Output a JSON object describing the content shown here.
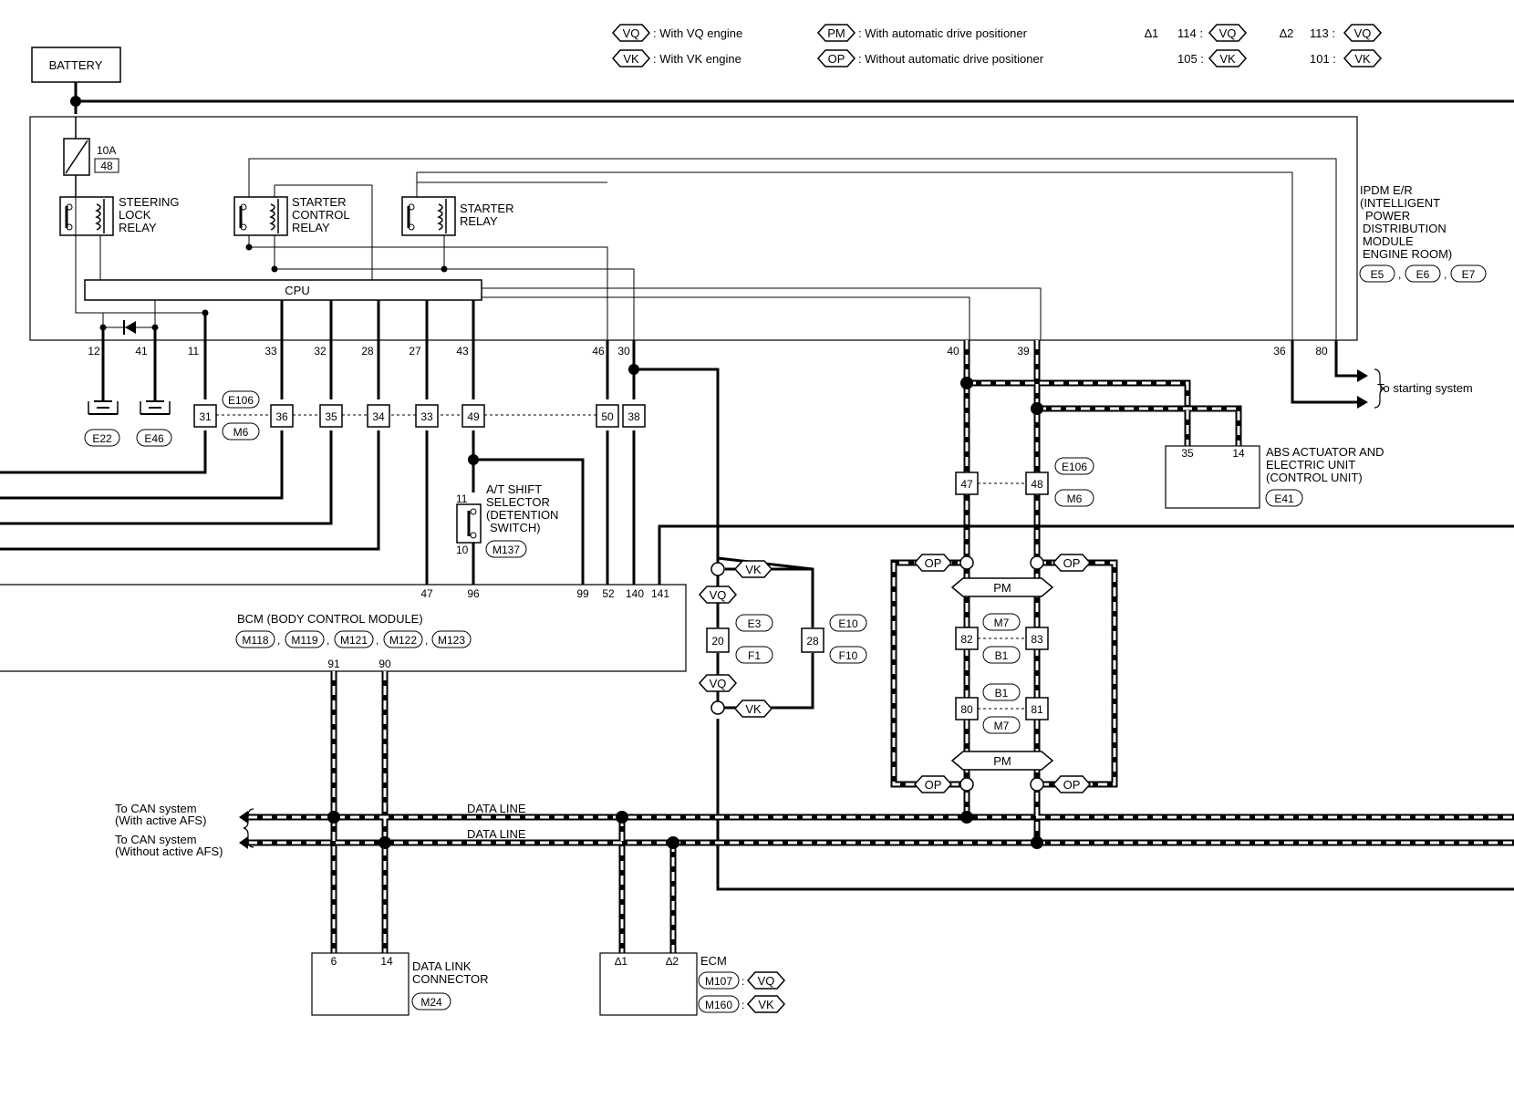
{
  "legend": {
    "vq_tag": "VQ",
    "vq_text": ": With VQ engine",
    "vk_tag": "VK",
    "vk_text": ": With VK engine",
    "pm_tag": "PM",
    "pm_text": ": With automatic drive positioner",
    "op_tag": "OP",
    "op_text": ": Without automatic drive positioner",
    "star1": "∆1",
    "star2": "∆2",
    "s1_vq_pin": "114 :",
    "s1_vk_pin": "105 :",
    "s2_vq_pin": "113 :",
    "s2_vk_pin": "101 :"
  },
  "battery": {
    "label": "BATTERY"
  },
  "fuse": {
    "rating": "10A",
    "number": "48"
  },
  "relays": {
    "steering_lock": [
      "STEERING",
      "LOCK",
      "RELAY"
    ],
    "starter_control": [
      "STARTER",
      "CONTROL",
      "RELAY"
    ],
    "starter": [
      "STARTER",
      "RELAY"
    ]
  },
  "cpu": {
    "label": "CPU"
  },
  "ipdm": {
    "title_lines": [
      "IPDM E/R",
      "(INTELLIGENT",
      "POWER",
      "DISTRIBUTION",
      "MODULE",
      "ENGINE ROOM)"
    ],
    "connectors": [
      "E5",
      "E6",
      "E7"
    ],
    "pins": [
      "12",
      "41",
      "11",
      "33",
      "32",
      "28",
      "27",
      "43",
      "46",
      "30",
      "40",
      "39",
      "36",
      "80"
    ]
  },
  "grounds": [
    "E22",
    "E46"
  ],
  "joint_connector": {
    "tags": [
      "E106",
      "M6"
    ],
    "pins": [
      "31",
      "36",
      "35",
      "34",
      "33",
      "49",
      "50",
      "38"
    ]
  },
  "detention_switch": {
    "lines": [
      "A/T SHIFT",
      "SELECTOR",
      "(DETENTION",
      "SWITCH)"
    ],
    "connector": "M137",
    "pin_top": "11",
    "pin_bottom": "10"
  },
  "bcm": {
    "title": "BCM (BODY CONTROL MODULE)",
    "connectors": [
      "M118",
      "M119",
      "M121",
      "M122",
      "M123"
    ],
    "top_pins": [
      "47",
      "96",
      "99",
      "52",
      "140",
      "141"
    ],
    "bottom_pins": [
      "91",
      "90"
    ]
  },
  "starting_system": "To starting system",
  "abs": {
    "lines": [
      "ABS ACTUATOR AND",
      "ELECTRIC UNIT",
      "(CONTROL UNIT)"
    ],
    "connector": "E41",
    "pins": [
      "35",
      "14"
    ]
  },
  "e106_m6_right": {
    "tags": [
      "E106",
      "M6"
    ],
    "pins": [
      "47",
      "48"
    ]
  },
  "vq_vk_block": {
    "vk": "VK",
    "vq": "VQ",
    "left_tags": [
      "E3",
      "F1"
    ],
    "left_pin": "20",
    "right_tags": [
      "E10",
      "F10"
    ],
    "right_pin": "28"
  },
  "pm_block": {
    "pm": "PM",
    "op": "OP",
    "upper": {
      "pins": [
        "82",
        "83"
      ],
      "tags": [
        "M7",
        "B1"
      ]
    },
    "lower": {
      "pins": [
        "80",
        "81"
      ],
      "tags": [
        "B1",
        "M7"
      ]
    }
  },
  "can": {
    "with_afs": [
      "To CAN system",
      "(With active AFS)"
    ],
    "without_afs": [
      "To CAN system",
      "(Without active AFS)"
    ],
    "data_line": "DATA LINE"
  },
  "dlc": {
    "lines": [
      "DATA LINK",
      "CONNECTOR"
    ],
    "connector": "M24",
    "pins": [
      "6",
      "14"
    ]
  },
  "ecm": {
    "label": "ECM",
    "pins": [
      "∆1",
      "∆2"
    ],
    "connectors": [
      "M107",
      "M160"
    ],
    "engines": [
      "VQ",
      "VK"
    ],
    "sep": ":"
  }
}
